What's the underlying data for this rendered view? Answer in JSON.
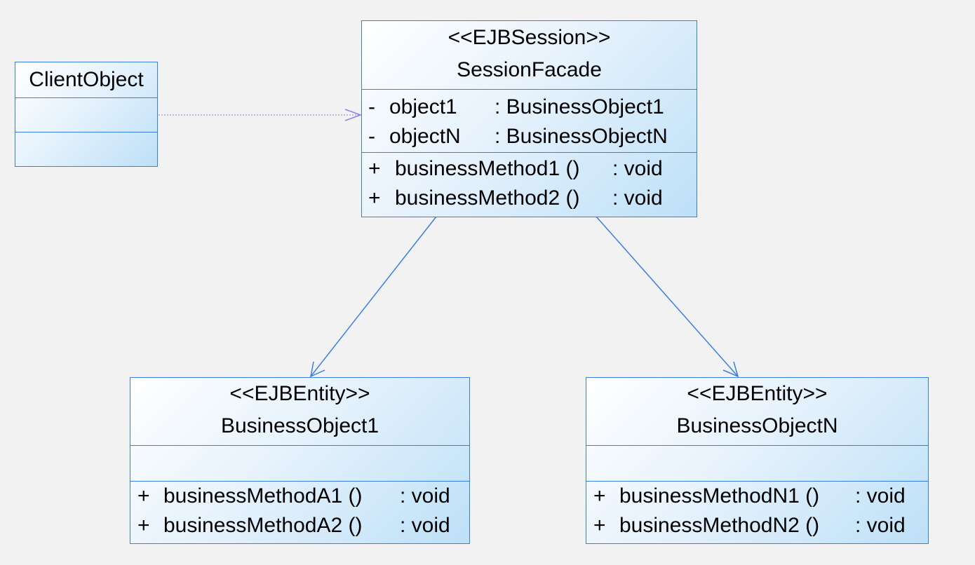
{
  "classes": {
    "client": {
      "name": "ClientObject"
    },
    "facade": {
      "stereotype": "<<EJBSession>>",
      "name": "SessionFacade",
      "attributes": [
        {
          "visibility": "-",
          "name": "object1",
          "type": ": BusinessObject1"
        },
        {
          "visibility": "-",
          "name": "objectN",
          "type": ": BusinessObjectN"
        }
      ],
      "operations": [
        {
          "visibility": "+",
          "name": "businessMethod1 ()",
          "type": ": void"
        },
        {
          "visibility": "+",
          "name": "businessMethod2 ()",
          "type": ": void"
        }
      ]
    },
    "bo1": {
      "stereotype": "<<EJBEntity>>",
      "name": "BusinessObject1",
      "operations": [
        {
          "visibility": "+",
          "name": "businessMethodA1 ()",
          "type": ": void"
        },
        {
          "visibility": "+",
          "name": "businessMethodA2 ()",
          "type": ": void"
        }
      ]
    },
    "boN": {
      "stereotype": "<<EJBEntity>>",
      "name": "BusinessObjectN",
      "operations": [
        {
          "visibility": "+",
          "name": "businessMethodN1 ()",
          "type": ": void"
        },
        {
          "visibility": "+",
          "name": "businessMethodN2 ()",
          "type": ": void"
        }
      ]
    }
  },
  "colors": {
    "border": "#3a7fe0",
    "dependency": "#8c82e6",
    "association": "#3a7fe0",
    "background": "#f2f2f2"
  }
}
